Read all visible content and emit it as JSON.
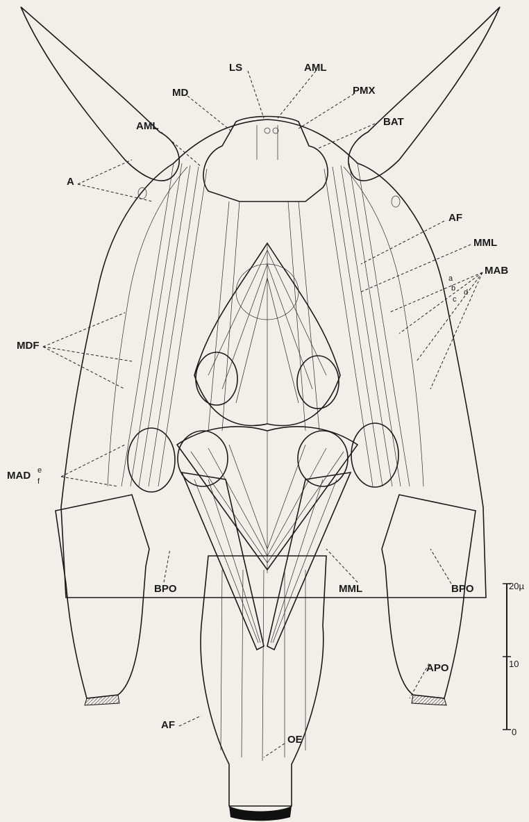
{
  "labels": {
    "LS": "LS",
    "AML": "AML",
    "MD": "MD",
    "PMX": "PMX",
    "BAT": "BAT",
    "A": "A",
    "AF": "AF",
    "MML": "MML",
    "MAB": "MAB",
    "MDF": "MDF",
    "MAD": "MAD",
    "BPO": "BPO",
    "APO": "APO",
    "OE": "OE"
  },
  "sublabels": {
    "a": "a",
    "b": "b",
    "c": "c",
    "d": "d",
    "e": "e",
    "f": "f"
  },
  "scale_bar": {
    "top": "20µ",
    "mid": "10",
    "bottom": "0"
  },
  "colors": {
    "paper": "#f2efe8",
    "ink": "#1a1a1a",
    "stipple": "#d9d4c9"
  }
}
